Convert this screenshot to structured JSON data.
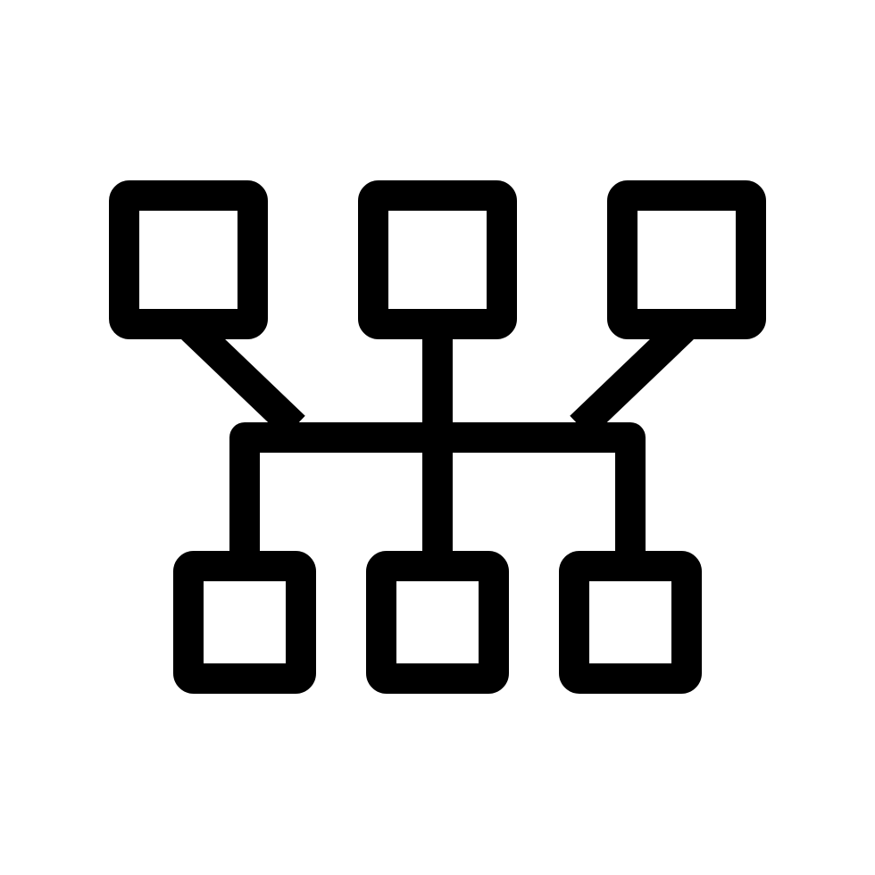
{
  "icon": {
    "name": "network-hierarchy-icon",
    "style": "outline",
    "top_node_count": 3,
    "bottom_node_count": 3
  },
  "colors": {
    "background": "#ffffff",
    "stroke": "#000000"
  }
}
